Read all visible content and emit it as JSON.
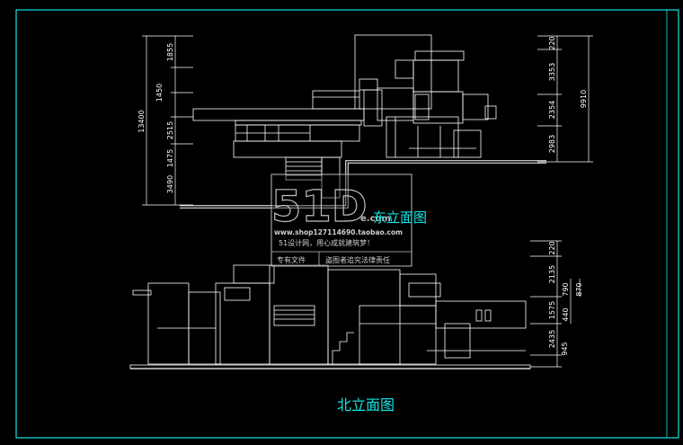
{
  "drawing": {
    "frame_color": "#12e6e6",
    "line_color": "#ffffff",
    "background": "#000000",
    "east_elevation": {
      "title": "东立面图",
      "left_dims": [
        "1855",
        "1450",
        "2515",
        "1475",
        "3490"
      ],
      "left_total": "13400",
      "right_dims": [
        "220",
        "3353",
        "2354",
        "2983"
      ],
      "right_total": "9910"
    },
    "north_elevation": {
      "title": "北立面图",
      "right_dims": [
        "220",
        "2135",
        "1575",
        "2435",
        "945"
      ],
      "right_sub_dims": [
        "790",
        "870",
        "440"
      ]
    }
  },
  "watermark": {
    "logo_text": "51D",
    "logo_sub": "e.com",
    "url": "www.shop127114690.taobao.com",
    "slogan": "51设计网，用心成就建筑梦！",
    "footer_left": "专有文件",
    "footer_right": "盗图者追究法律责任"
  }
}
